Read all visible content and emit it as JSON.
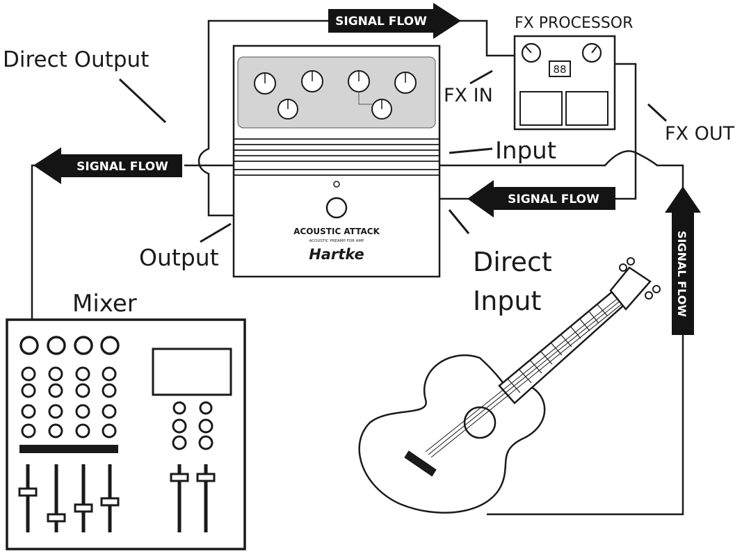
{
  "labels": {
    "direct_output": "Direct Output",
    "fx_processor": "FX  PROCESSOR",
    "fx_in": "FX IN",
    "fx_out": "FX OUT",
    "input": "Input",
    "output": "Output",
    "direct_input_1": "Direct",
    "direct_input_2": "Input",
    "mixer": "Mixer"
  },
  "signal_flow": {
    "top": "SIGNAL FLOW",
    "left": "SIGNAL FLOW",
    "right": "SIGNAL FLOW",
    "vertical": "SIGNAL FLOW"
  },
  "pedal": {
    "name": "ACOUSTIC ATTACK",
    "subtitle": "ACOUSTIC PREAMP FOR AMP",
    "brand": "Hartke"
  },
  "fx_display": "88",
  "colors": {
    "ink": "#1a1a1a",
    "panel": "#d4d4d4",
    "arrow_fill": "#141414",
    "background": "#ffffff"
  }
}
